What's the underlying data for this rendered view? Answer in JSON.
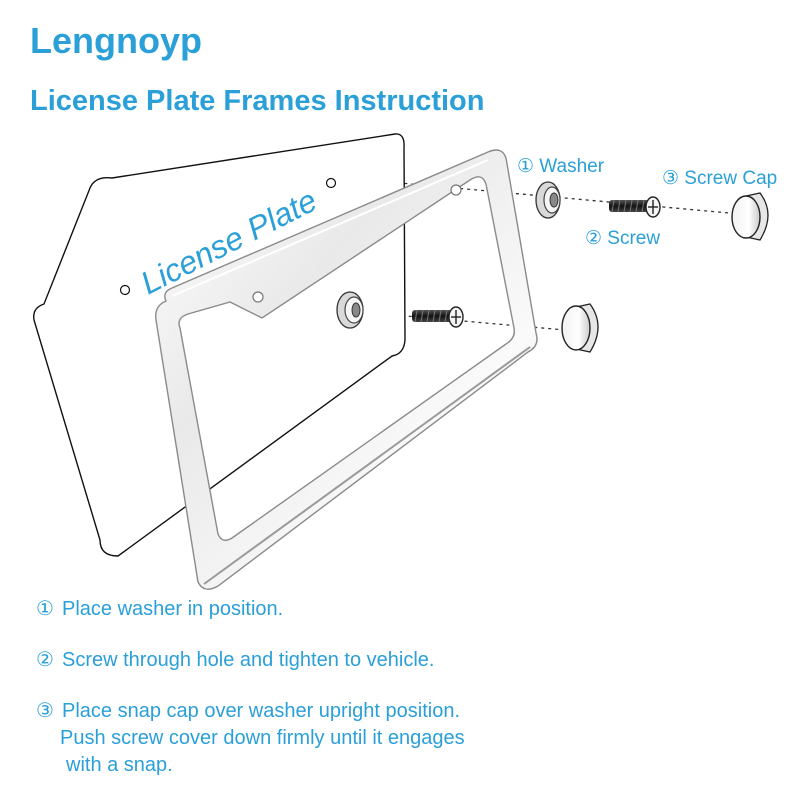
{
  "header": {
    "brand": "Lengnoyp",
    "subtitle": "License Plate Frames Instruction"
  },
  "diagram": {
    "plate_text": "License Plate",
    "labels": {
      "washer": "① Washer",
      "screw": "② Screw",
      "screw_cap": "③ Screw Cap"
    }
  },
  "steps": [
    {
      "num": "①",
      "lines": [
        "Place washer in position."
      ]
    },
    {
      "num": "②",
      "lines": [
        "Screw through hole and tighten to vehicle."
      ]
    },
    {
      "num": "③",
      "lines": [
        "Place snap cap over washer upright position.",
        "Push screw cover down firmly until it engages",
        "with a snap."
      ]
    }
  ],
  "colors": {
    "accent": "#2a9fd8",
    "frame": "#c8c8c8",
    "dark_part": "#222222"
  }
}
